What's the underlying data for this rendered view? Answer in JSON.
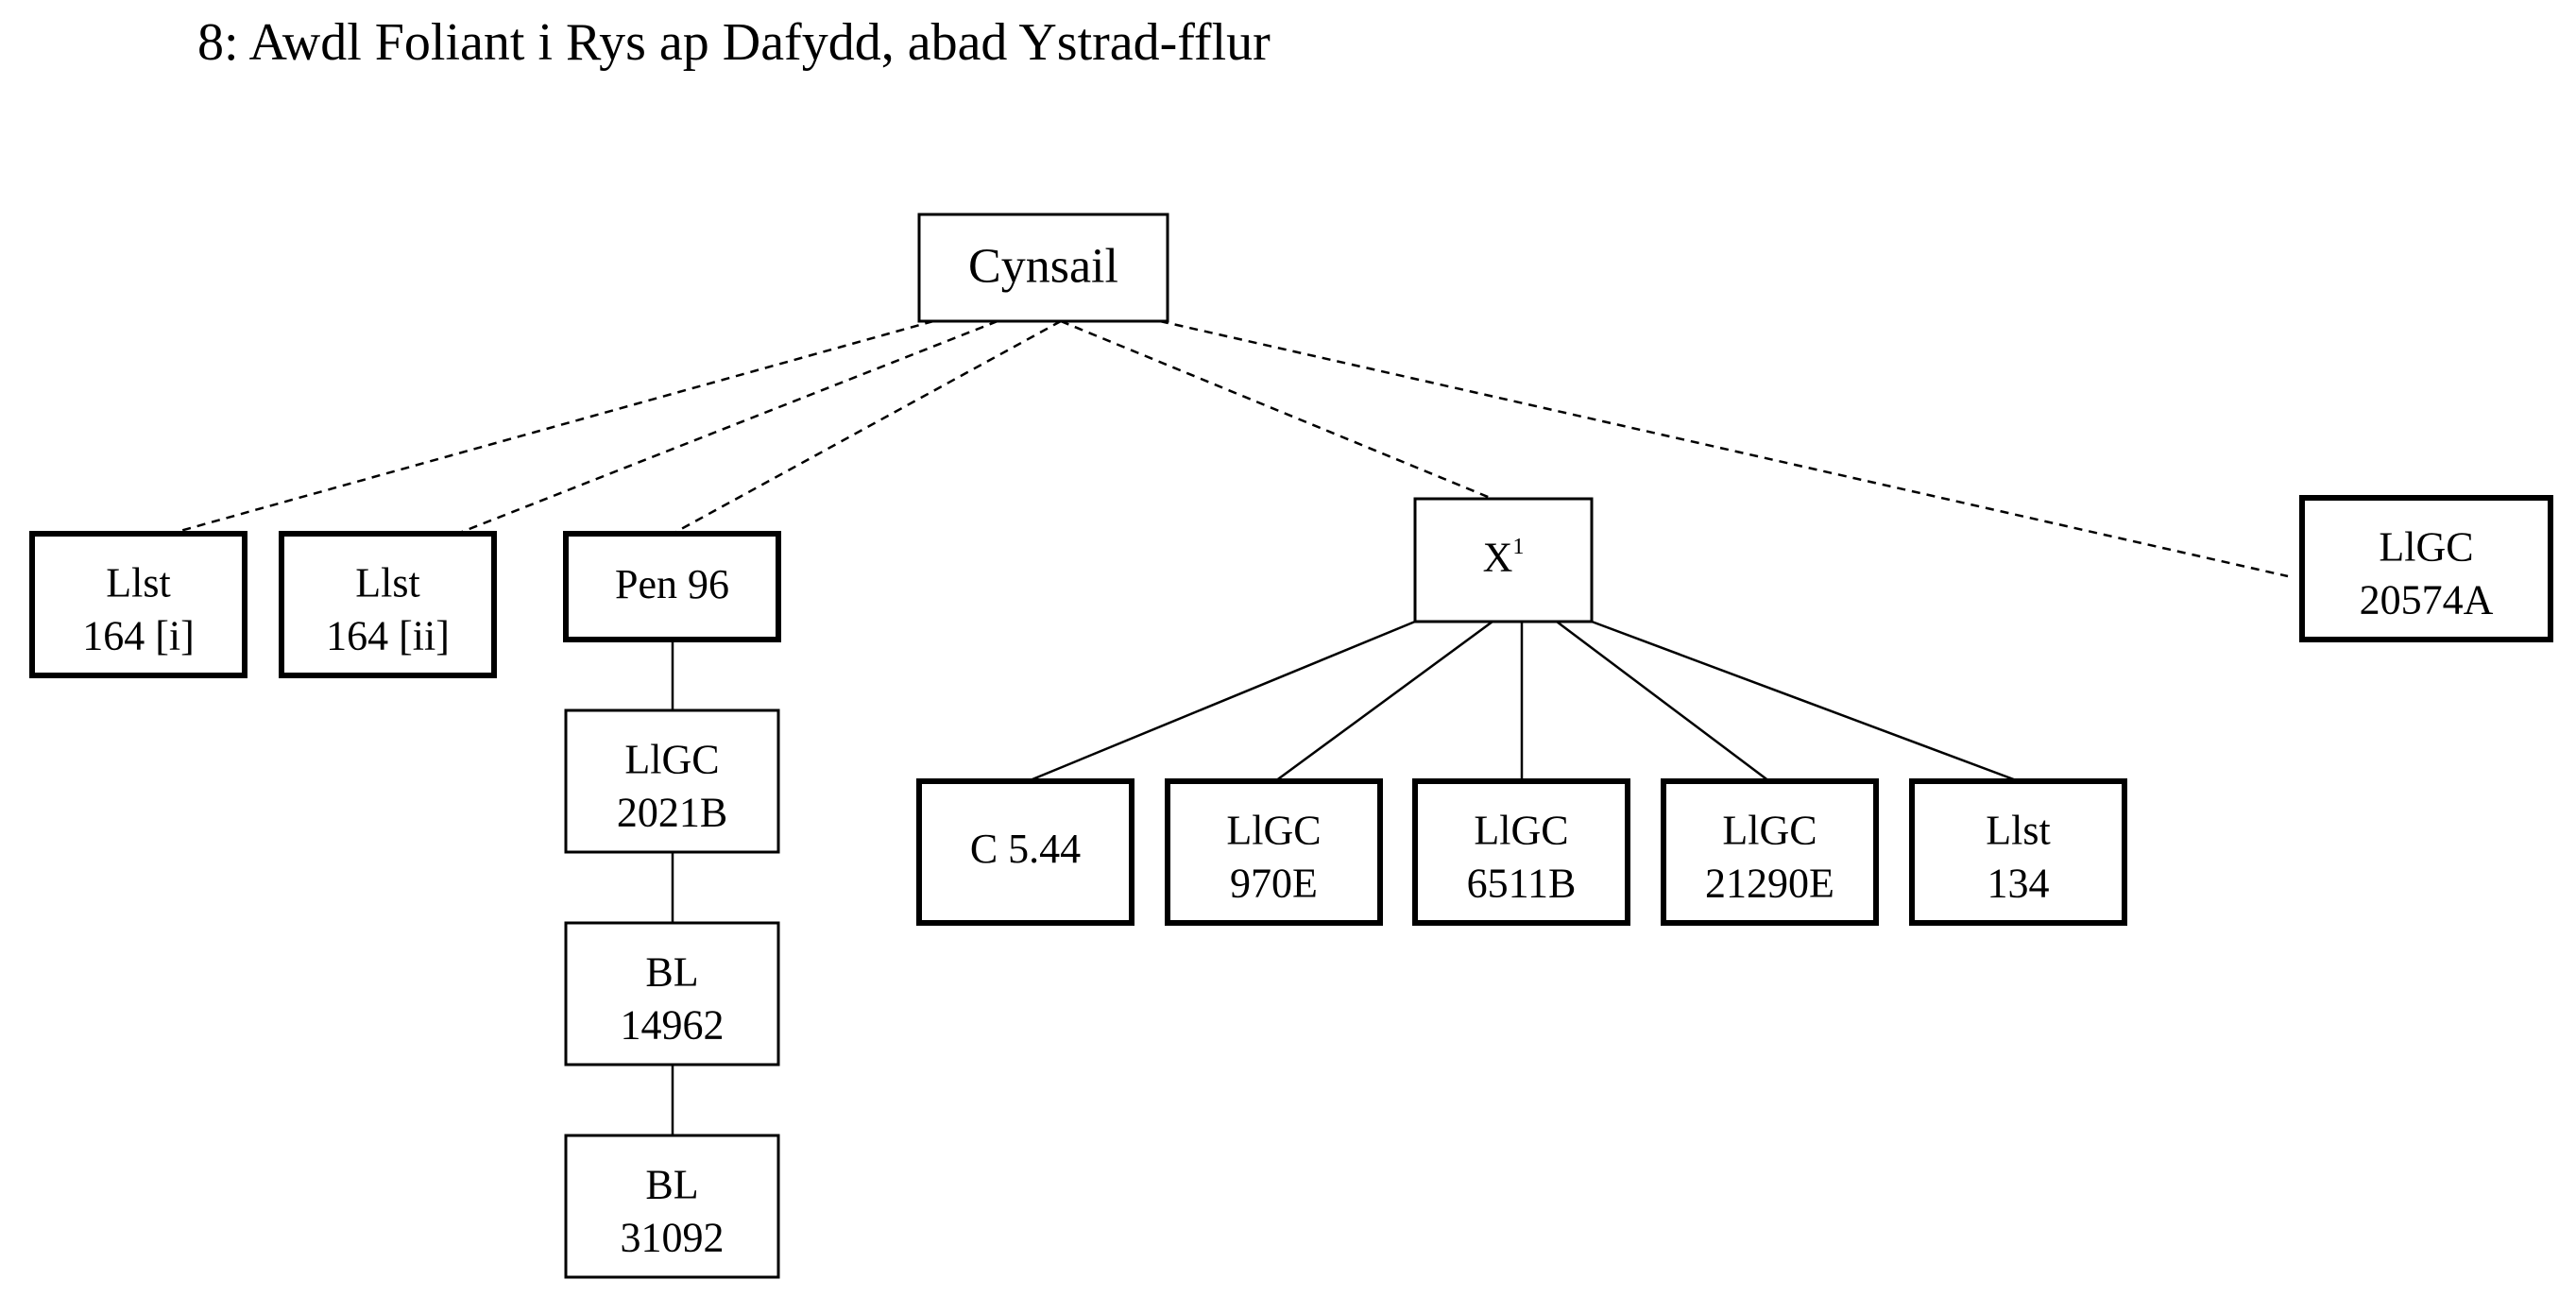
{
  "title": "8: Awdl Foliant i Rys ap Dafydd, abad Ystrad-fflur",
  "colors": {
    "ink": "#000000",
    "background": "#ffffff"
  },
  "stemma": {
    "root": {
      "id": "cynsail",
      "lines": [
        "Cynsail"
      ]
    },
    "hyparchetype": {
      "id": "x1",
      "label": "X",
      "superscript": "1"
    },
    "witnesses": [
      {
        "id": "llst-164-i",
        "lines": [
          "Llst",
          "164 [i]"
        ]
      },
      {
        "id": "llst-164-ii",
        "lines": [
          "Llst",
          "164 [ii]"
        ]
      },
      {
        "id": "pen-96",
        "lines": [
          "Pen 96"
        ]
      },
      {
        "id": "llgc-2021b",
        "lines": [
          "LlGC",
          "2021B"
        ]
      },
      {
        "id": "bl-14962",
        "lines": [
          "BL",
          "14962"
        ]
      },
      {
        "id": "bl-31092",
        "lines": [
          "BL",
          "31092"
        ]
      },
      {
        "id": "c-5-44",
        "lines": [
          "C 5.44"
        ]
      },
      {
        "id": "llgc-970e",
        "lines": [
          "LlGC",
          "970E"
        ]
      },
      {
        "id": "llgc-6511b",
        "lines": [
          "LlGC",
          "6511B"
        ]
      },
      {
        "id": "llgc-21290e",
        "lines": [
          "LlGC",
          "21290E"
        ]
      },
      {
        "id": "llst-134",
        "lines": [
          "Llst",
          "134"
        ]
      },
      {
        "id": "llgc-20574a",
        "lines": [
          "LlGC",
          "20574A"
        ]
      }
    ],
    "edges": [
      {
        "from": "cynsail",
        "to": "llst-164-i",
        "style": "dashed"
      },
      {
        "from": "cynsail",
        "to": "llst-164-ii",
        "style": "dashed"
      },
      {
        "from": "cynsail",
        "to": "pen-96",
        "style": "dashed"
      },
      {
        "from": "cynsail",
        "to": "x1",
        "style": "dashed"
      },
      {
        "from": "cynsail",
        "to": "llgc-20574a",
        "style": "dashed"
      },
      {
        "from": "pen-96",
        "to": "llgc-2021b",
        "style": "solid"
      },
      {
        "from": "llgc-2021b",
        "to": "bl-14962",
        "style": "solid"
      },
      {
        "from": "bl-14962",
        "to": "bl-31092",
        "style": "solid"
      },
      {
        "from": "x1",
        "to": "c-5-44",
        "style": "solid"
      },
      {
        "from": "x1",
        "to": "llgc-970e",
        "style": "solid"
      },
      {
        "from": "x1",
        "to": "llgc-6511b",
        "style": "solid"
      },
      {
        "from": "x1",
        "to": "llgc-21290e",
        "style": "solid"
      },
      {
        "from": "x1",
        "to": "llst-134",
        "style": "solid"
      }
    ]
  }
}
